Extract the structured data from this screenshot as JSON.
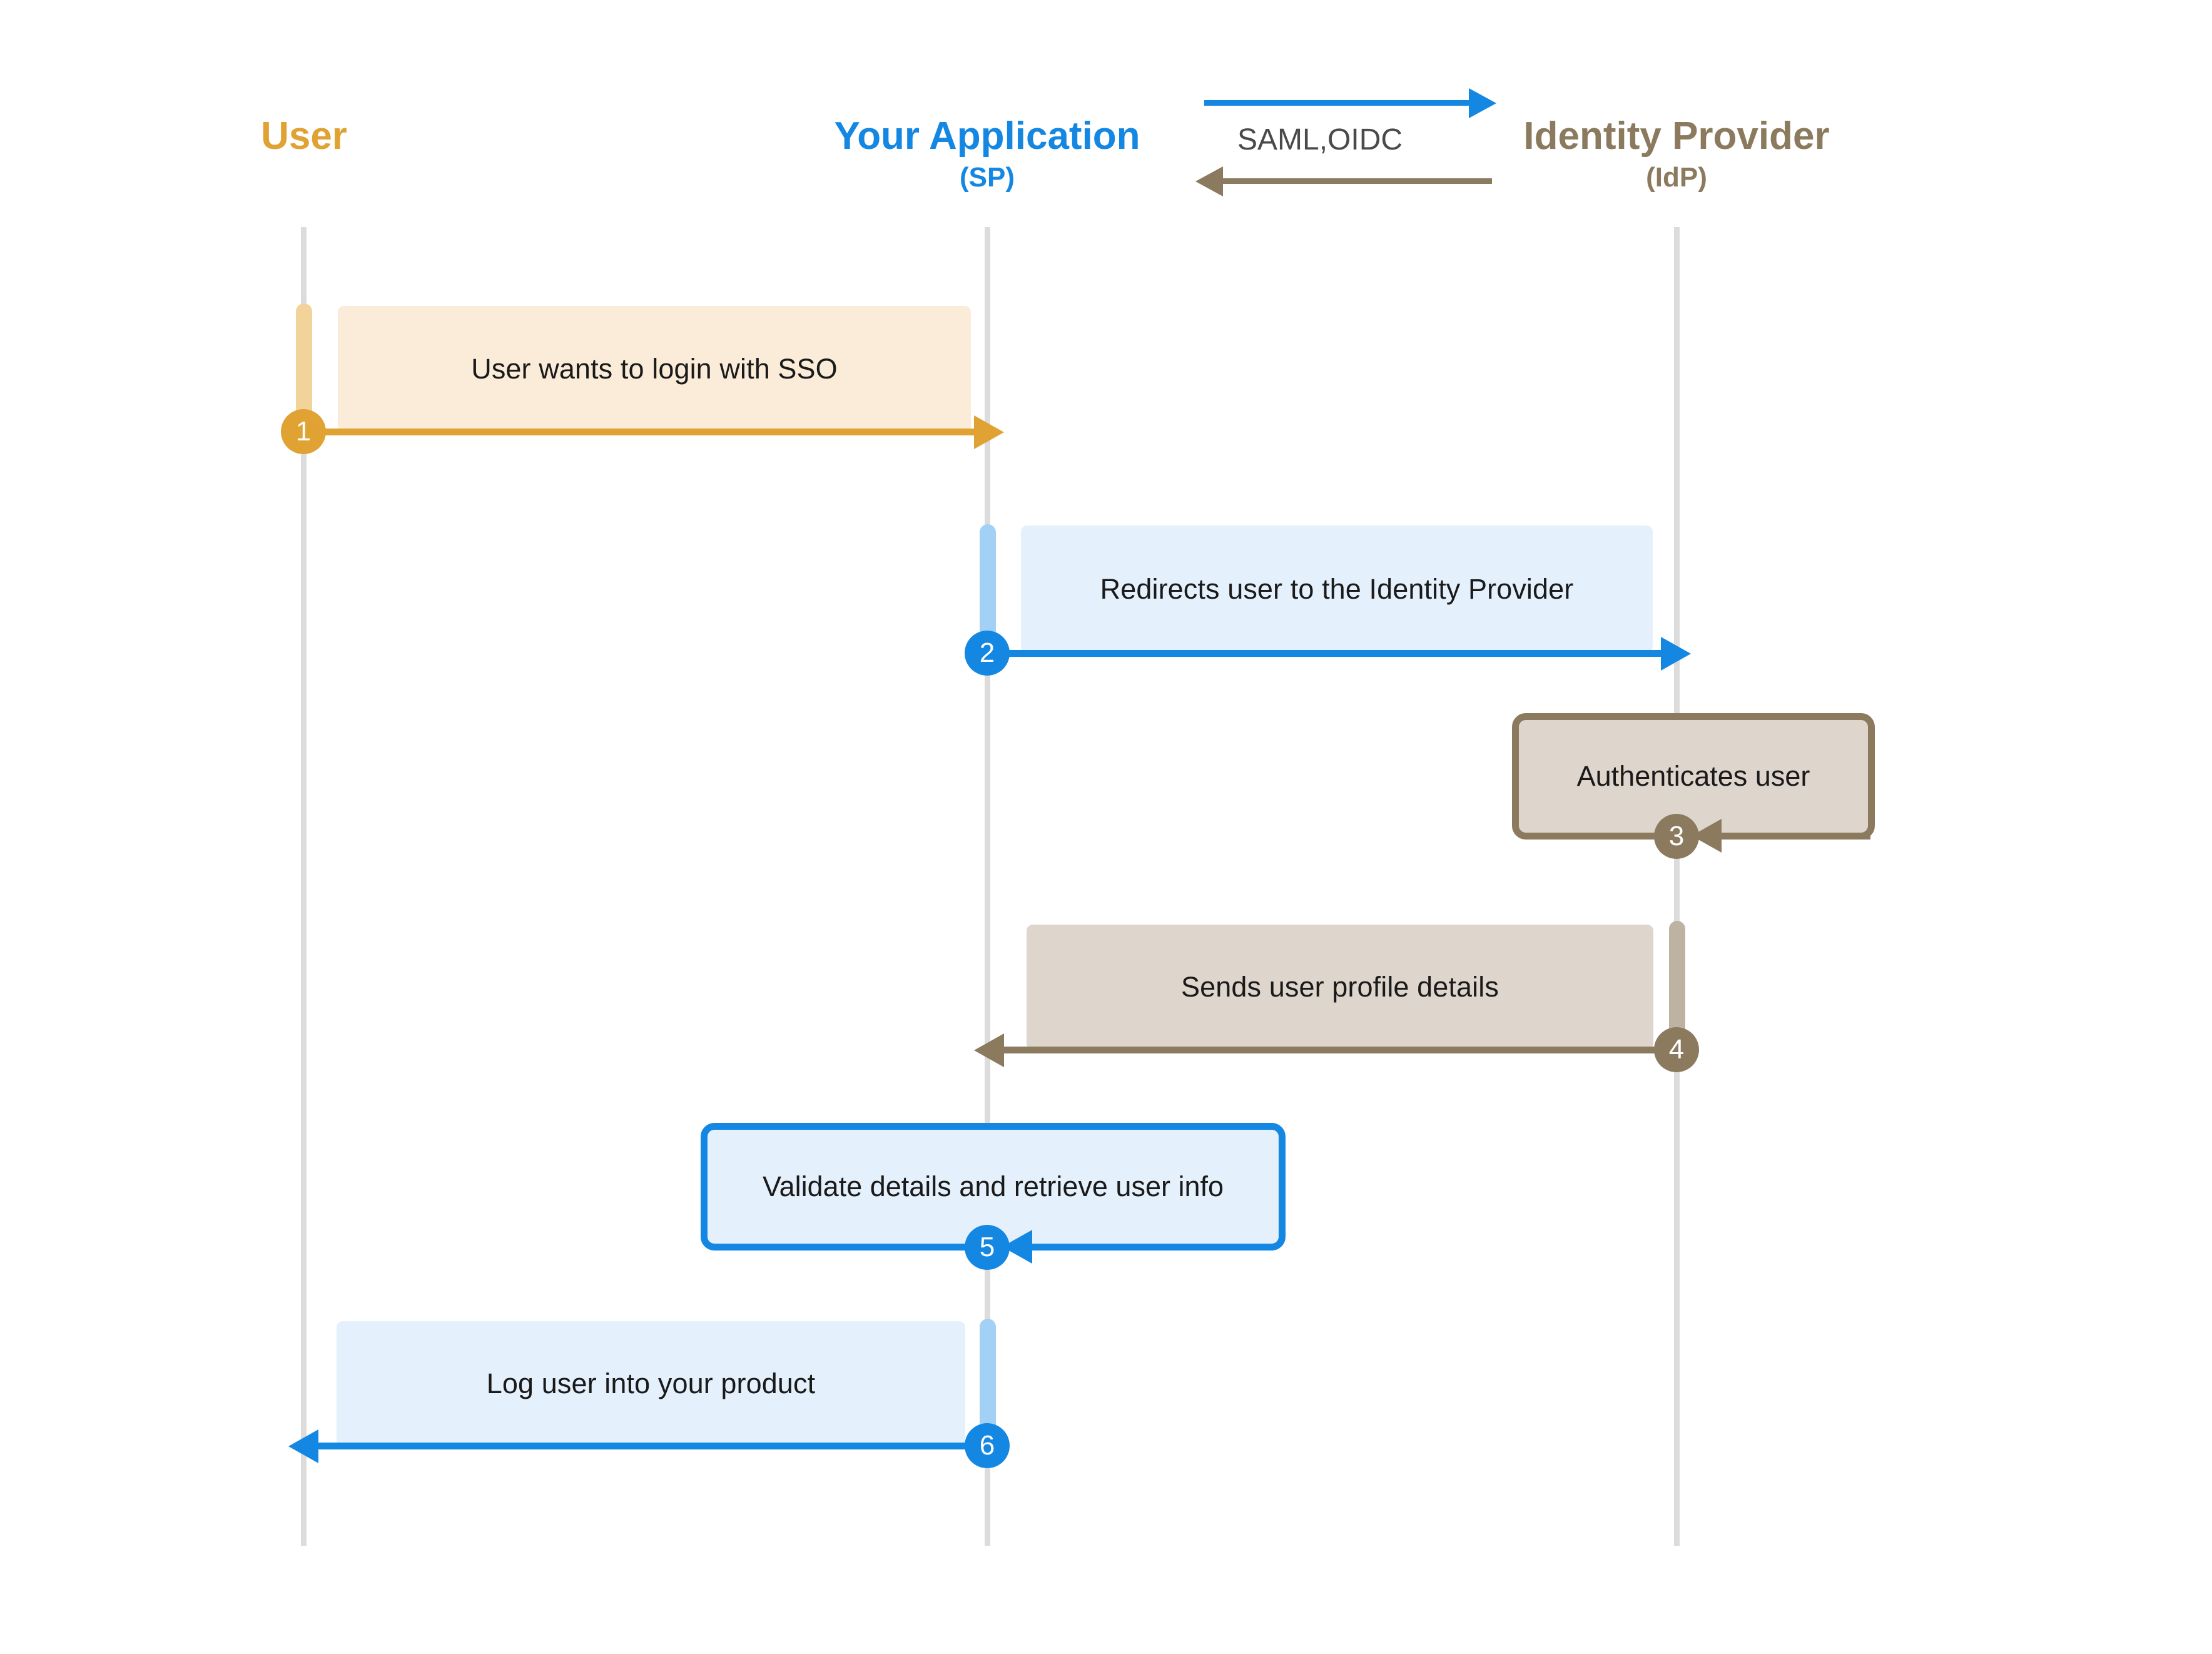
{
  "diagram": {
    "title": "SSO authentication sequence diagram",
    "type": "sequence-diagram",
    "background": "#ffffff"
  },
  "colors": {
    "user": "#E0A233",
    "user_box_fill": "#FAECD8",
    "user_activation": "#F2D49A",
    "app": "#1487E3",
    "app_box_fill": "#E4F0FB",
    "app_activation": "#A3D1F5",
    "idp": "#8B7A5E",
    "idp_box_fill": "#DED5CD",
    "idp_activation": "#BEB2A2",
    "lifeline": "#DCDCDC",
    "text": "#1a1a1a",
    "proto_text": "#4a4a4a"
  },
  "participants": [
    {
      "id": "user",
      "name": "User",
      "subtitle": "",
      "color_key": "user"
    },
    {
      "id": "app",
      "name": "Your Application",
      "subtitle": "(SP)",
      "color_key": "app"
    },
    {
      "id": "idp",
      "name": "Identity Provider",
      "subtitle": "(IdP)",
      "color_key": "idp"
    }
  ],
  "protocol_annotation": {
    "label": "SAML,OIDC",
    "outbound_direction": "right",
    "inbound_direction": "left",
    "outbound_color": "#1487E3",
    "inbound_color": "#8B7A5E"
  },
  "steps": [
    {
      "number": "1",
      "label": "User wants to login with SSO",
      "from": "user",
      "to": "app",
      "kind": "message",
      "direction": "right",
      "color_key": "user"
    },
    {
      "number": "2",
      "label": "Redirects user to the Identity Provider",
      "from": "app",
      "to": "idp",
      "kind": "message",
      "direction": "right",
      "color_key": "app"
    },
    {
      "number": "3",
      "label": "Authenticates user",
      "from": "idp",
      "to": "idp",
      "kind": "self",
      "direction": "left",
      "color_key": "idp"
    },
    {
      "number": "4",
      "label": "Sends user profile details",
      "from": "idp",
      "to": "app",
      "kind": "message",
      "direction": "left",
      "color_key": "idp"
    },
    {
      "number": "5",
      "label": "Validate details and retrieve user info",
      "from": "app",
      "to": "app",
      "kind": "self",
      "direction": "left",
      "color_key": "app"
    },
    {
      "number": "6",
      "label": "Log user into your product",
      "from": "app",
      "to": "user",
      "kind": "message",
      "direction": "left",
      "color_key": "app"
    }
  ]
}
